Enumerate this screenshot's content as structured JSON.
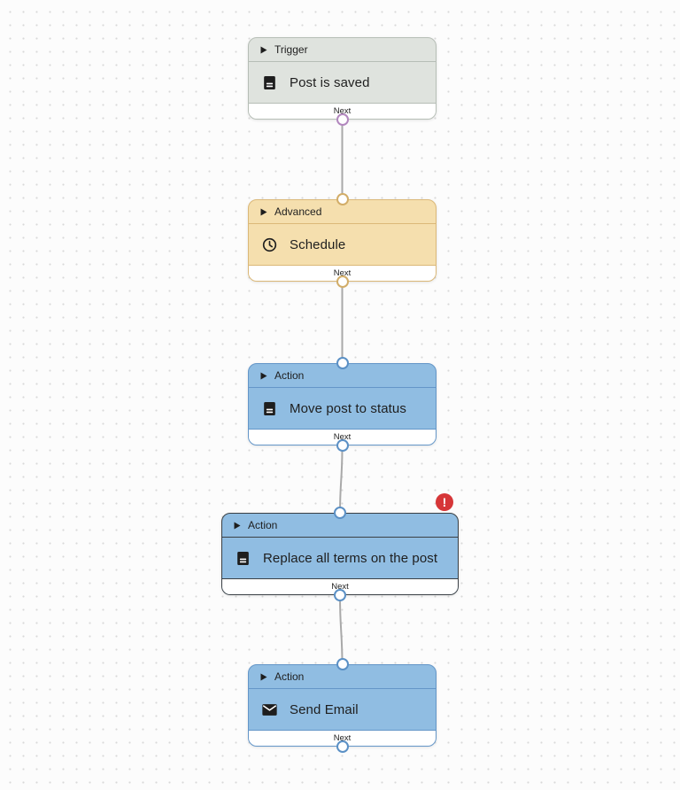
{
  "workflow": {
    "background_base_color": "#fcfcfc",
    "background_dot_color": "#d9d9d9",
    "connector_color": "#a9a9a9"
  },
  "nodes": [
    {
      "category": "Trigger",
      "title": "Post is saved",
      "icon": "document-icon",
      "footer_label": "Next",
      "has_error": false,
      "colors": {
        "fill": "#dfe3de",
        "border": "#b6beb6",
        "port": "#b287be"
      }
    },
    {
      "category": "Advanced",
      "title": "Schedule",
      "icon": "clock-icon",
      "footer_label": "Next",
      "has_error": false,
      "colors": {
        "fill": "#f5dfae",
        "border": "#dbb878",
        "port": "#d2ad68"
      }
    },
    {
      "category": "Action",
      "title": "Move post to status",
      "icon": "document-icon",
      "footer_label": "Next",
      "has_error": false,
      "colors": {
        "fill": "#90bde2",
        "border": "#6496c8",
        "port": "#5b90c5"
      }
    },
    {
      "category": "Action",
      "title": "Replace all terms on the post",
      "icon": "document-icon",
      "footer_label": "Next",
      "has_error": true,
      "selected": true,
      "colors": {
        "fill": "#90bde2",
        "border": "#3a4045",
        "port": "#5b90c5"
      }
    },
    {
      "category": "Action",
      "title": "Send Email",
      "icon": "email-icon",
      "footer_label": "Next",
      "has_error": false,
      "colors": {
        "fill": "#90bde2",
        "border": "#6496c8",
        "port": "#5b90c5"
      }
    }
  ],
  "error_badge": {
    "symbol": "!",
    "color": "#d63638"
  }
}
